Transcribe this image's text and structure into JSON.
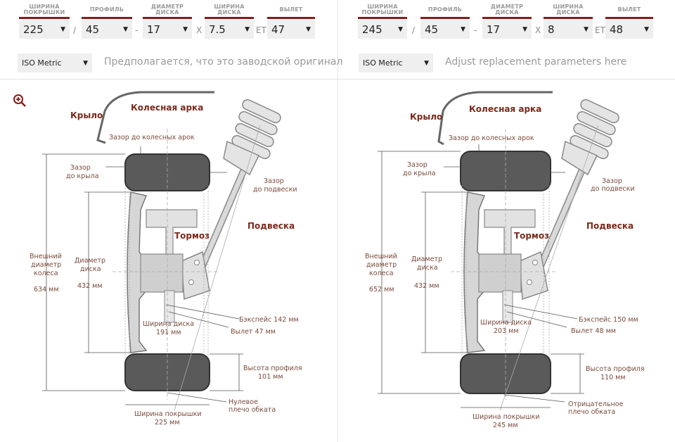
{
  "labels": {
    "tire_width": "Ширина покрышки",
    "profile": "Профиль",
    "rim_diameter": "Диаметр диска",
    "rim_width": "Ширина диска",
    "offset": "Вылет"
  },
  "separators": {
    "slash": "/",
    "dash": "-",
    "x": "X",
    "et": "ET"
  },
  "left": {
    "tire_width": "225",
    "profile": "45",
    "rim_diameter": "17",
    "rim_width": "7.5",
    "offset": "47",
    "metric": "ISO Metric",
    "hint": "Предполагается, что это заводской оригинал",
    "diagram": {
      "fender": "Крыло",
      "wheel_arch": "Колесная арка",
      "brake": "Тормоз",
      "suspension": "Подвеска",
      "arch_gap": "Зазор до колесных арок",
      "fender_gap_1": "Зазор",
      "fender_gap_2": "до крыла",
      "susp_gap_1": "Зазор",
      "susp_gap_2": "до подвески",
      "outer_d_1": "Внешний",
      "outer_d_2": "диаметр",
      "outer_d_3": "колеса",
      "outer_d_val": "634 мм",
      "rim_d_1": "Диаметр",
      "rim_d_2": "диска",
      "rim_d_val": "432 мм",
      "backspace": "Бэкспейс 142 мм",
      "rim_w_1": "Ширина диска",
      "rim_w_val": "191 мм",
      "offset_val": "Вылет 47 мм",
      "profile_h_1": "Высота профиля",
      "profile_h_val": "101 мм",
      "scrub_1": "Нулевое",
      "scrub_2": "плечо обката",
      "tire_w_1": "Ширина покрышки",
      "tire_w_val": "225 мм"
    }
  },
  "right": {
    "tire_width": "245",
    "profile": "45",
    "rim_diameter": "17",
    "rim_width": "8",
    "offset": "48",
    "metric": "ISO Metric",
    "hint": "Adjust replacement parameters here",
    "diagram": {
      "fender": "Крыло",
      "wheel_arch": "Колесная арка",
      "brake": "Тормоз",
      "suspension": "Подвеска",
      "arch_gap": "Зазор до колесных арок",
      "fender_gap_1": "Зазор",
      "fender_gap_2": "до крыла",
      "susp_gap_1": "Зазор",
      "susp_gap_2": "до подвески",
      "outer_d_1": "Внешний",
      "outer_d_2": "диаметр",
      "outer_d_3": "колеса",
      "outer_d_val": "652 мм",
      "rim_d_1": "Диаметр",
      "rim_d_2": "диска",
      "rim_d_val": "432 мм",
      "backspace": "Бэкспейс 150 мм",
      "rim_w_1": "Ширина диска",
      "rim_w_val": "203 мм",
      "offset_val": "Вылет 48 мм",
      "profile_h_1": "Высота профиля",
      "profile_h_val": "110 мм",
      "scrub_1": "Отрицательное",
      "scrub_2": "плечо обката",
      "tire_w_1": "Ширина покрышки",
      "tire_w_val": "245 мм"
    }
  },
  "icons": {
    "zoom": "zoom-in-icon",
    "dropdown": "chevron-down-icon"
  },
  "colors": {
    "accent": "#8b1a1a",
    "tire": "#555555",
    "field_bg": "#efefef"
  }
}
